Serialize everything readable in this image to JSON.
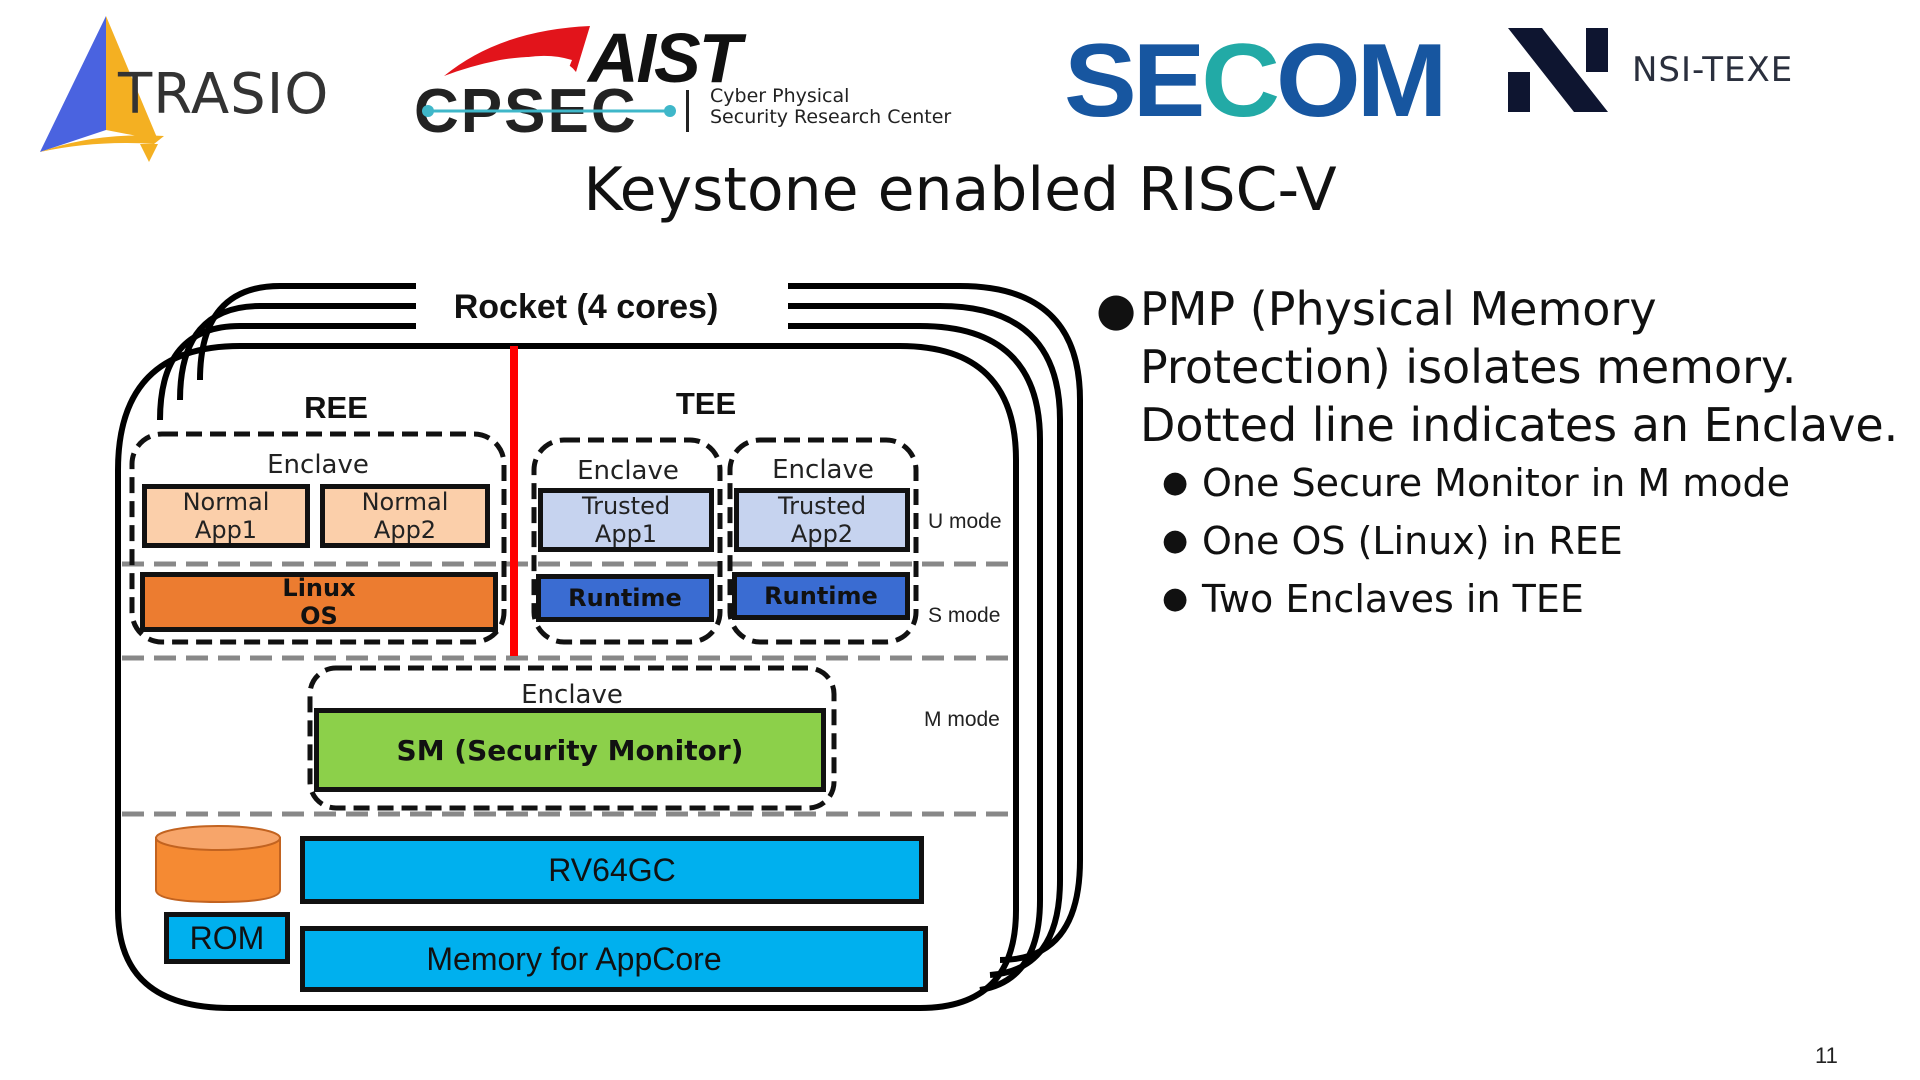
{
  "logos": {
    "trasio": "TRASIO",
    "aist": "AIST",
    "cpsec": "CPSEC",
    "cpsec_subtitle_line1": "Cyber Physical",
    "cpsec_subtitle_line2": "Security Research Center",
    "secom_prefix": "SE",
    "secom_c": "C",
    "secom_suffix": "OM",
    "nsi_texe": "NSI-TEXE"
  },
  "slide": {
    "title": "Keystone enabled RISC-V",
    "page_number": "11"
  },
  "diagram": {
    "rocket_label": "Rocket (4 cores)",
    "ree_label": "REE",
    "tee_label": "TEE",
    "enclave_label": "Enclave",
    "normal_app1": [
      "Normal",
      "App1"
    ],
    "normal_app2": [
      "Normal",
      "App2"
    ],
    "trusted_app1": [
      "Trusted",
      "App1"
    ],
    "trusted_app2": [
      "Trusted",
      "App2"
    ],
    "linux_os": [
      "Linux",
      "OS"
    ],
    "runtime": "Runtime",
    "sm": "SM (Security Monitor)",
    "rv64gc": "RV64GC",
    "rom": "ROM",
    "memory": "Memory for AppCore",
    "modes": {
      "u": "U mode",
      "s": "S mode",
      "m": "M mode"
    },
    "colors": {
      "normal_app": "#fbcfaa",
      "trusted_app": "#c6d3ef",
      "linux_os": "#ec7c30",
      "runtime": "#3a6cd2",
      "sm": "#8cd04a",
      "hardware": "#00b0ee",
      "divider": "#ff0000"
    }
  },
  "bullets": {
    "main": [
      "PMP (Physical Memory",
      "Protection) isolates memory.",
      "Dotted line indicates an Enclave."
    ],
    "sub": [
      "One Secure Monitor in M mode",
      "One OS (Linux) in REE",
      "Two Enclaves in TEE"
    ]
  }
}
